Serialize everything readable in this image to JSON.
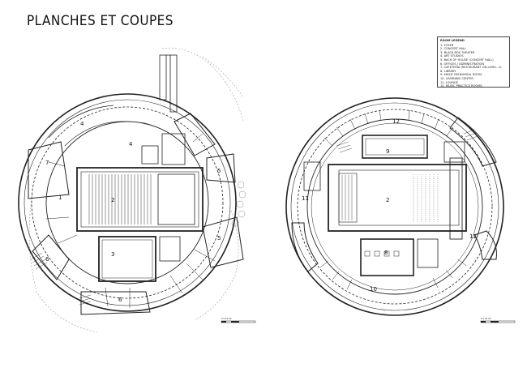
{
  "title": "PLANCHES ET COUPES",
  "legend": {
    "heading": "ROOM LEGEND",
    "items": [
      "1. FOYER",
      "2. CONCERT HALL",
      "3. BLACK BOX THEATER",
      "4. ART STUDIOS",
      "5. BACK OF HOUSE (CONCERT HALL)",
      "6. OFFICES / ADMINISTRATION",
      "7. CAFETERIA (RESTAURANT ON LEVEL -1)",
      "8. LIBRARY",
      "9. MUSIC REHEARSAL ROOM",
      "10. LEARNING CENTER",
      "11. LOUNGE",
      "12. MUSIC PRACTICE ROOMS"
    ]
  },
  "left_plan": {
    "labels": [
      "1",
      "2",
      "3",
      "4",
      "4",
      "5",
      "5",
      "6",
      "6",
      "7"
    ]
  },
  "right_plan": {
    "labels": [
      "2",
      "8",
      "9",
      "10",
      "11",
      "12",
      "12"
    ]
  },
  "scale_bars": {
    "left": "0 5 10 20",
    "right": "0 5 10 20"
  }
}
